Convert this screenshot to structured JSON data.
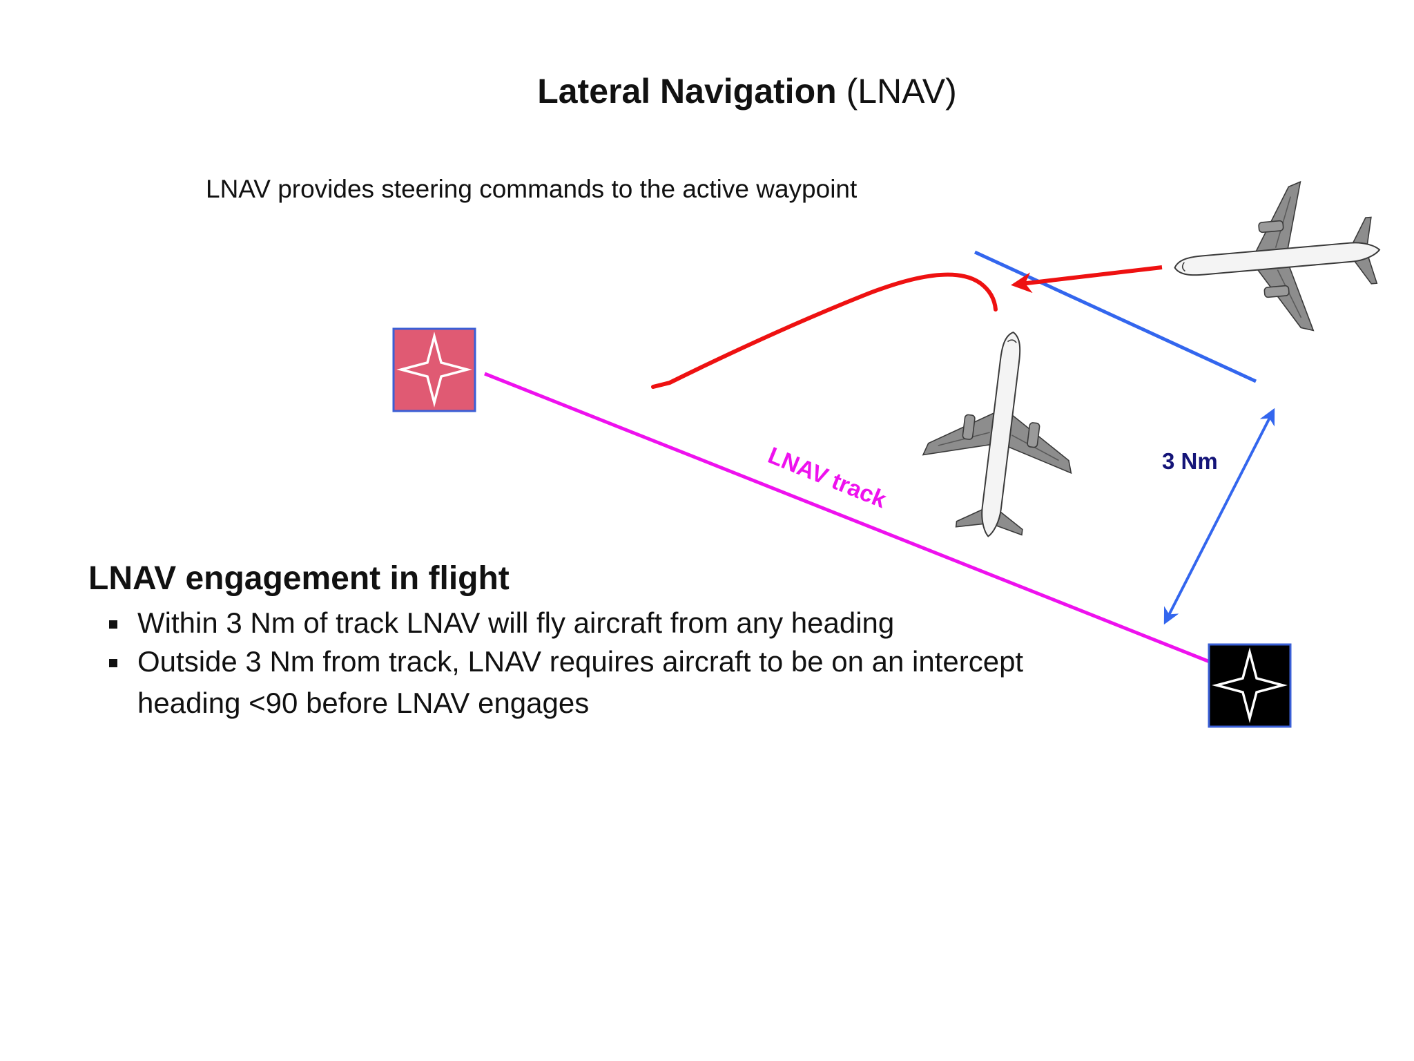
{
  "title": {
    "bold": "Lateral Navigation",
    "plain": "(LNAV)"
  },
  "subtitle": "LNAV provides steering commands to the active waypoint",
  "diagram": {
    "track_label": "LNAV track",
    "distance_label": "3 Nm",
    "colors": {
      "track": "#ee11ee",
      "intercept_path": "#ee1111",
      "boundary": "#3366ee",
      "distance_label": "#141478",
      "active_waypoint_fill": "#e05a73",
      "waypoint_fill": "#000000",
      "waypoint_border": "#3a5fd6"
    },
    "icons": [
      "active-waypoint-icon",
      "waypoint-icon",
      "aircraft-on-track-icon",
      "aircraft-intercept-icon"
    ]
  },
  "section": {
    "heading": "LNAV engagement in flight",
    "bullets": [
      "Within 3 Nm of track LNAV will fly aircraft from any heading",
      "Outside 3 Nm from track, LNAV requires aircraft to be on an intercept heading  <90 before LNAV engages"
    ]
  }
}
